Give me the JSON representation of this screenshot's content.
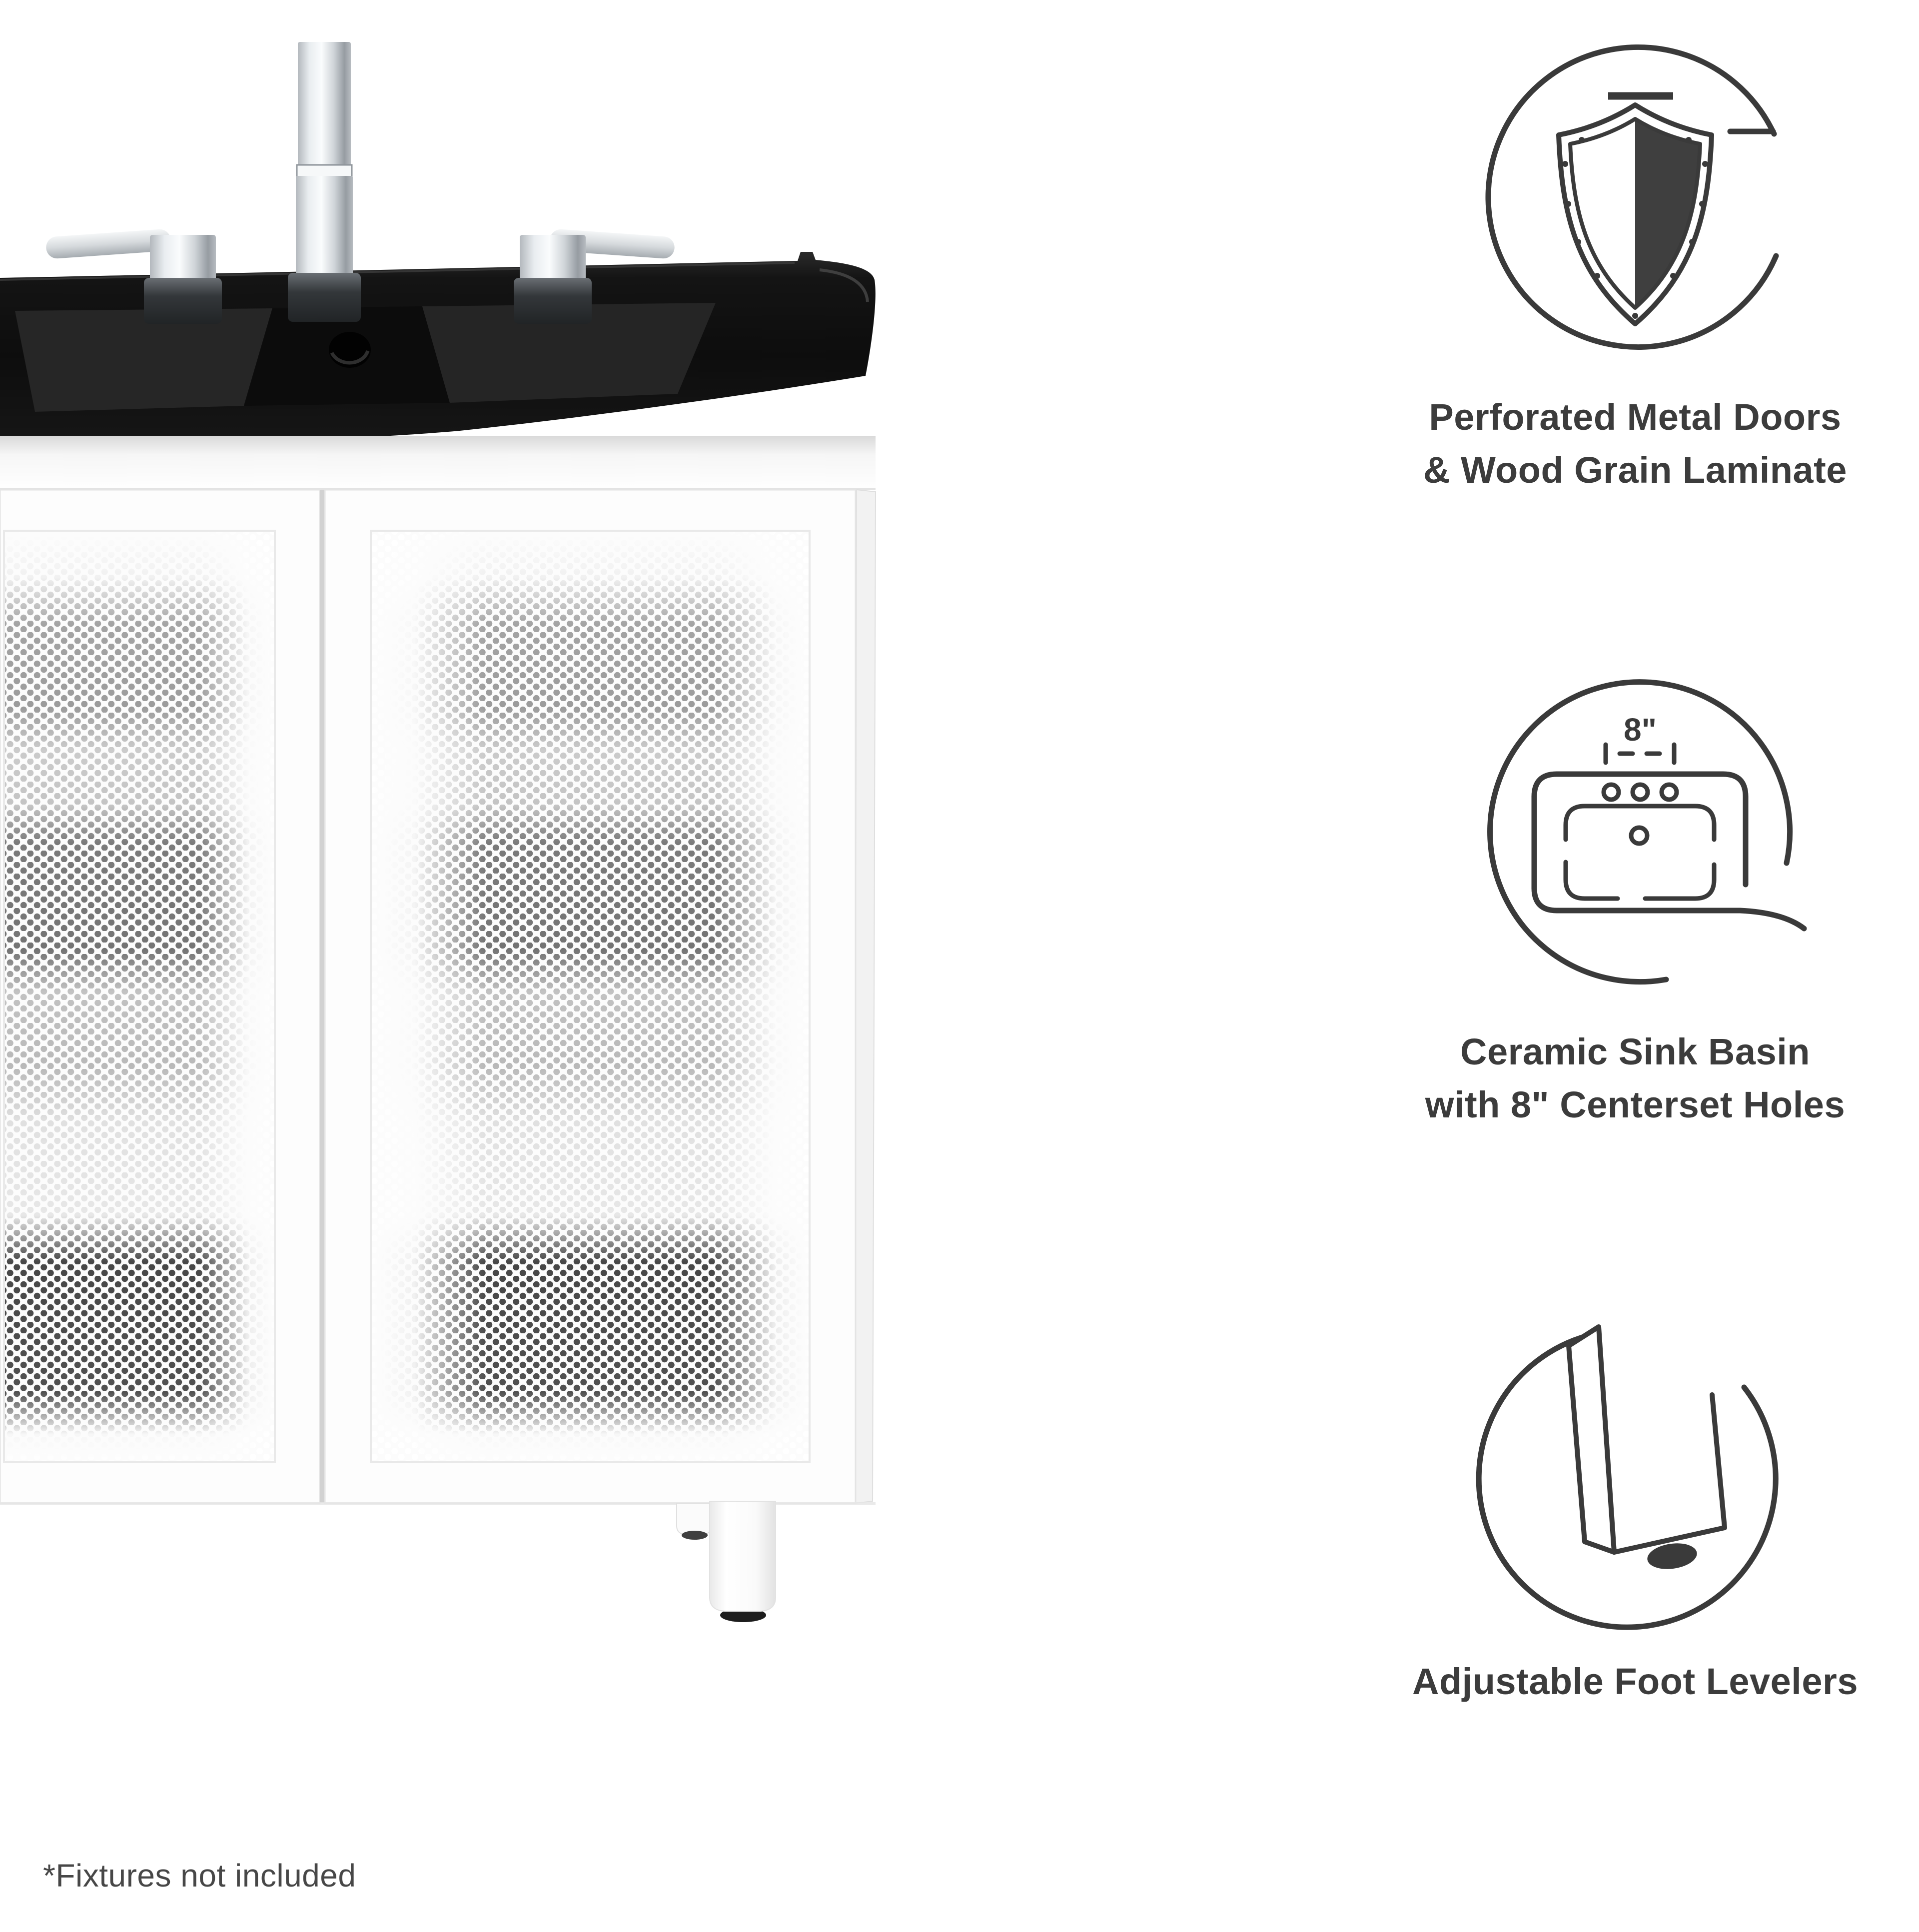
{
  "product": {
    "footnote": "*Fixtures not included"
  },
  "features": [
    {
      "icon": "shield-half-icon",
      "lines": [
        "Perforated Metal Doors",
        "& Wood Grain Laminate"
      ]
    },
    {
      "icon": "sink-centerset-icon",
      "measurement": "8\"",
      "lines": [
        "Ceramic Sink Basin",
        "with 8\" Centerset Holes"
      ]
    },
    {
      "icon": "foot-leveler-icon",
      "lines": [
        "Adjustable Foot Levelers"
      ]
    }
  ],
  "colors": {
    "headline_text": "#3c3c3c",
    "icon_stroke": "#3a3a3a",
    "icon_fill_dark": "#3f3f3f",
    "counter_black": "#101010",
    "chrome_light": "#eef1f3",
    "chrome_dark": "#9aa0a6",
    "cabinet_white": "#fdfdfd",
    "mesh_band_dark": "#4a4a4a"
  }
}
